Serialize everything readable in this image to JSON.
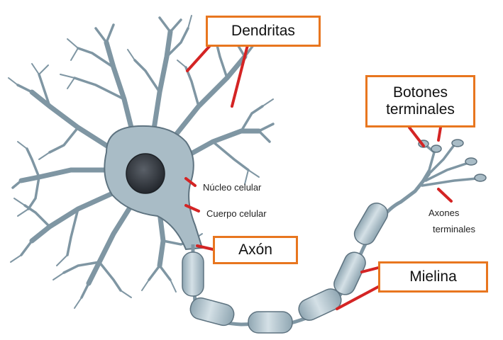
{
  "labels": {
    "dendritas": "Dendritas",
    "botones_line1": "Botones",
    "botones_line2": "terminales",
    "nucleo": "Núcleo celular",
    "cuerpo": "Cuerpo celular",
    "axon": "Axón",
    "axones_line1": "Axones",
    "axones_line2": "terminales",
    "mielina": "Mielina"
  },
  "colors": {
    "label_border": "#e8761f",
    "pointer": "#d42424",
    "neuron_fill": "#a9bcc6",
    "neuron_stroke": "#5e7380",
    "myelin_fill": "#b3c6cf",
    "nucleus": "#3a3f47"
  }
}
